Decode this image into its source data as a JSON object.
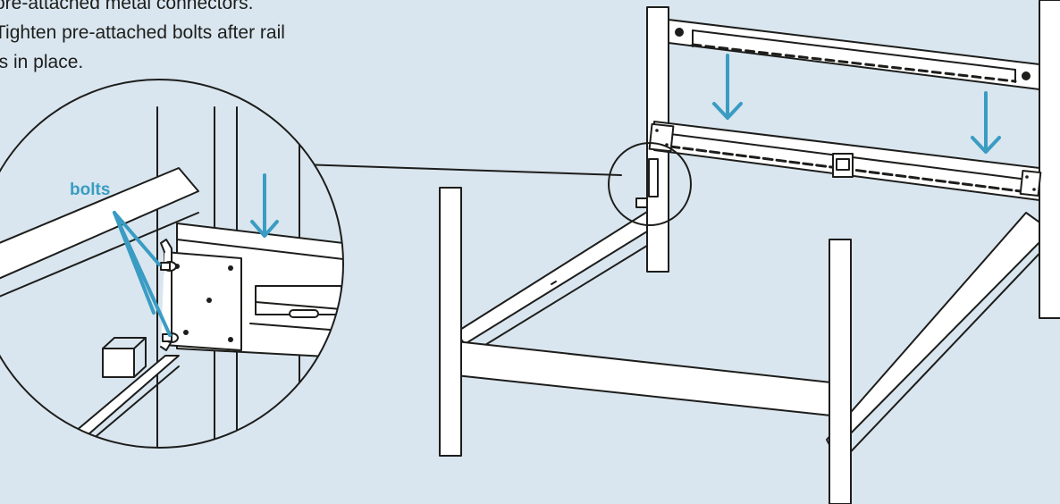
{
  "instructions": {
    "line1": "pre-attached metal connectors.",
    "line2": "Tighten pre-attached bolts after rail",
    "line3": "is in place."
  },
  "callout": {
    "label": "bolts"
  },
  "colors": {
    "background": "#d9e6ef",
    "line": "#1d1d1b",
    "part_fill": "#ffffff",
    "accent": "#3a9cc3"
  },
  "icons": [
    "down-arrow-icon",
    "bolt-icon"
  ]
}
